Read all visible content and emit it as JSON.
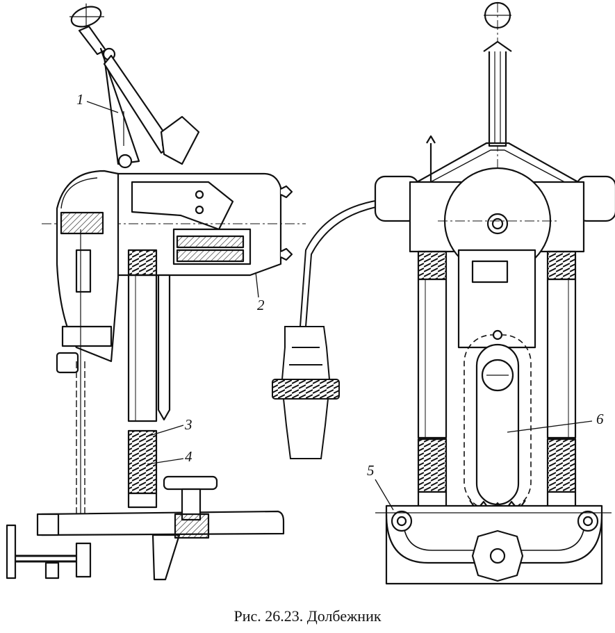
{
  "figure": {
    "caption": "Рис. 26.23. Долбежник",
    "callouts": [
      "1",
      "2",
      "3",
      "4",
      "5",
      "6"
    ]
  },
  "colors": {
    "ink": "#111111",
    "paper": "#ffffff"
  }
}
